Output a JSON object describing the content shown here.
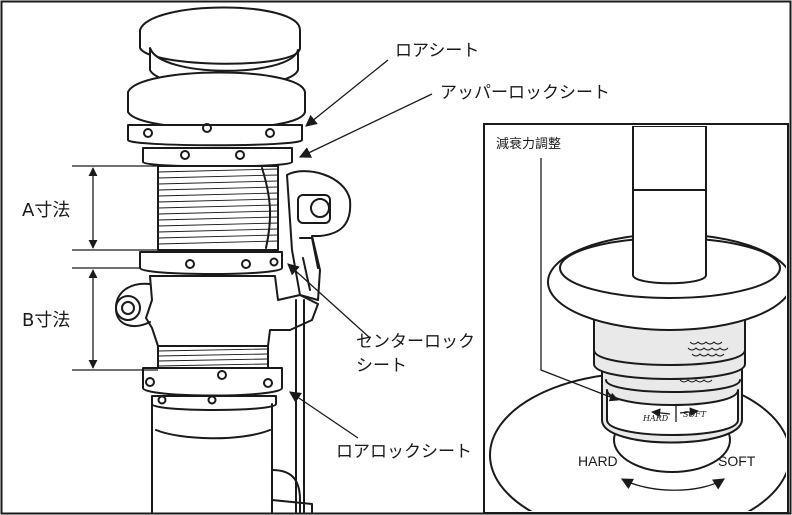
{
  "labels": {
    "lower_seat": "ロアシート",
    "upper_lock_seat": "アッパーロックシート",
    "dimension_a": "A寸法",
    "dimension_b": "B寸法",
    "center_lock_seat_line1": "センターロック",
    "center_lock_seat_line2": "シート",
    "lower_lock_seat": "ロアロックシート"
  },
  "inset": {
    "title": "減衰力調整",
    "hard": "HARD",
    "soft": "SOFT",
    "dial_hard": "HARD",
    "dial_soft": "SOFT"
  }
}
